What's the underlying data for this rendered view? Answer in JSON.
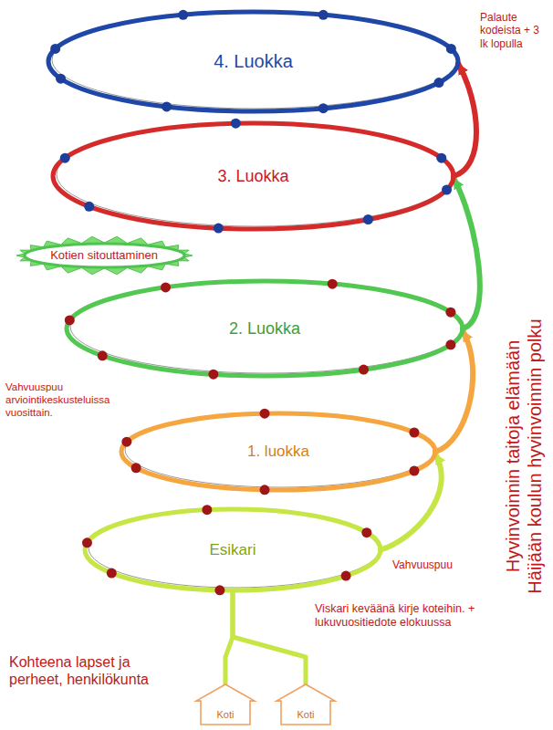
{
  "diagram": {
    "nodes": [
      {
        "text": [
          "4. Luokka"
        ]
      },
      {
        "text": [
          "3. Luokka"
        ]
      },
      {
        "text": [
          "Kotien sitouttaminen"
        ]
      },
      {
        "text": [
          "2. Luokka"
        ]
      },
      {
        "text": [
          "1. luokka"
        ]
      },
      {
        "text": [
          "Esikari"
        ]
      },
      {
        "text": [
          "Koti"
        ]
      },
      {
        "text": [
          "Koti"
        ]
      }
    ],
    "edges": [
      {
        "from": 6,
        "to": 5,
        "arrow": "none"
      },
      {
        "from": 7,
        "to": 5,
        "arrow": "none"
      },
      {
        "from": 5,
        "to": 4,
        "arrow": "to"
      },
      {
        "from": 4,
        "to": 3,
        "arrow": "to"
      },
      {
        "from": 3,
        "to": 1,
        "arrow": "to"
      },
      {
        "from": 1,
        "to": 0,
        "arrow": "to"
      }
    ],
    "labels": [
      "Palaute kodeista + 3 lk lopulla",
      "Vahvuuspuu arviointikeskusteluissa vuosittain.",
      "Vahvuuspuu",
      "Viskari keväänä kirje koteihin. + lukuvuositiedote elokuussa",
      "Kohteena lapset ja perheet, henkilökunta",
      "Hyvinvoinnin taitoja elämään",
      "Häijään koulun hyvinvoinnin polku"
    ]
  }
}
